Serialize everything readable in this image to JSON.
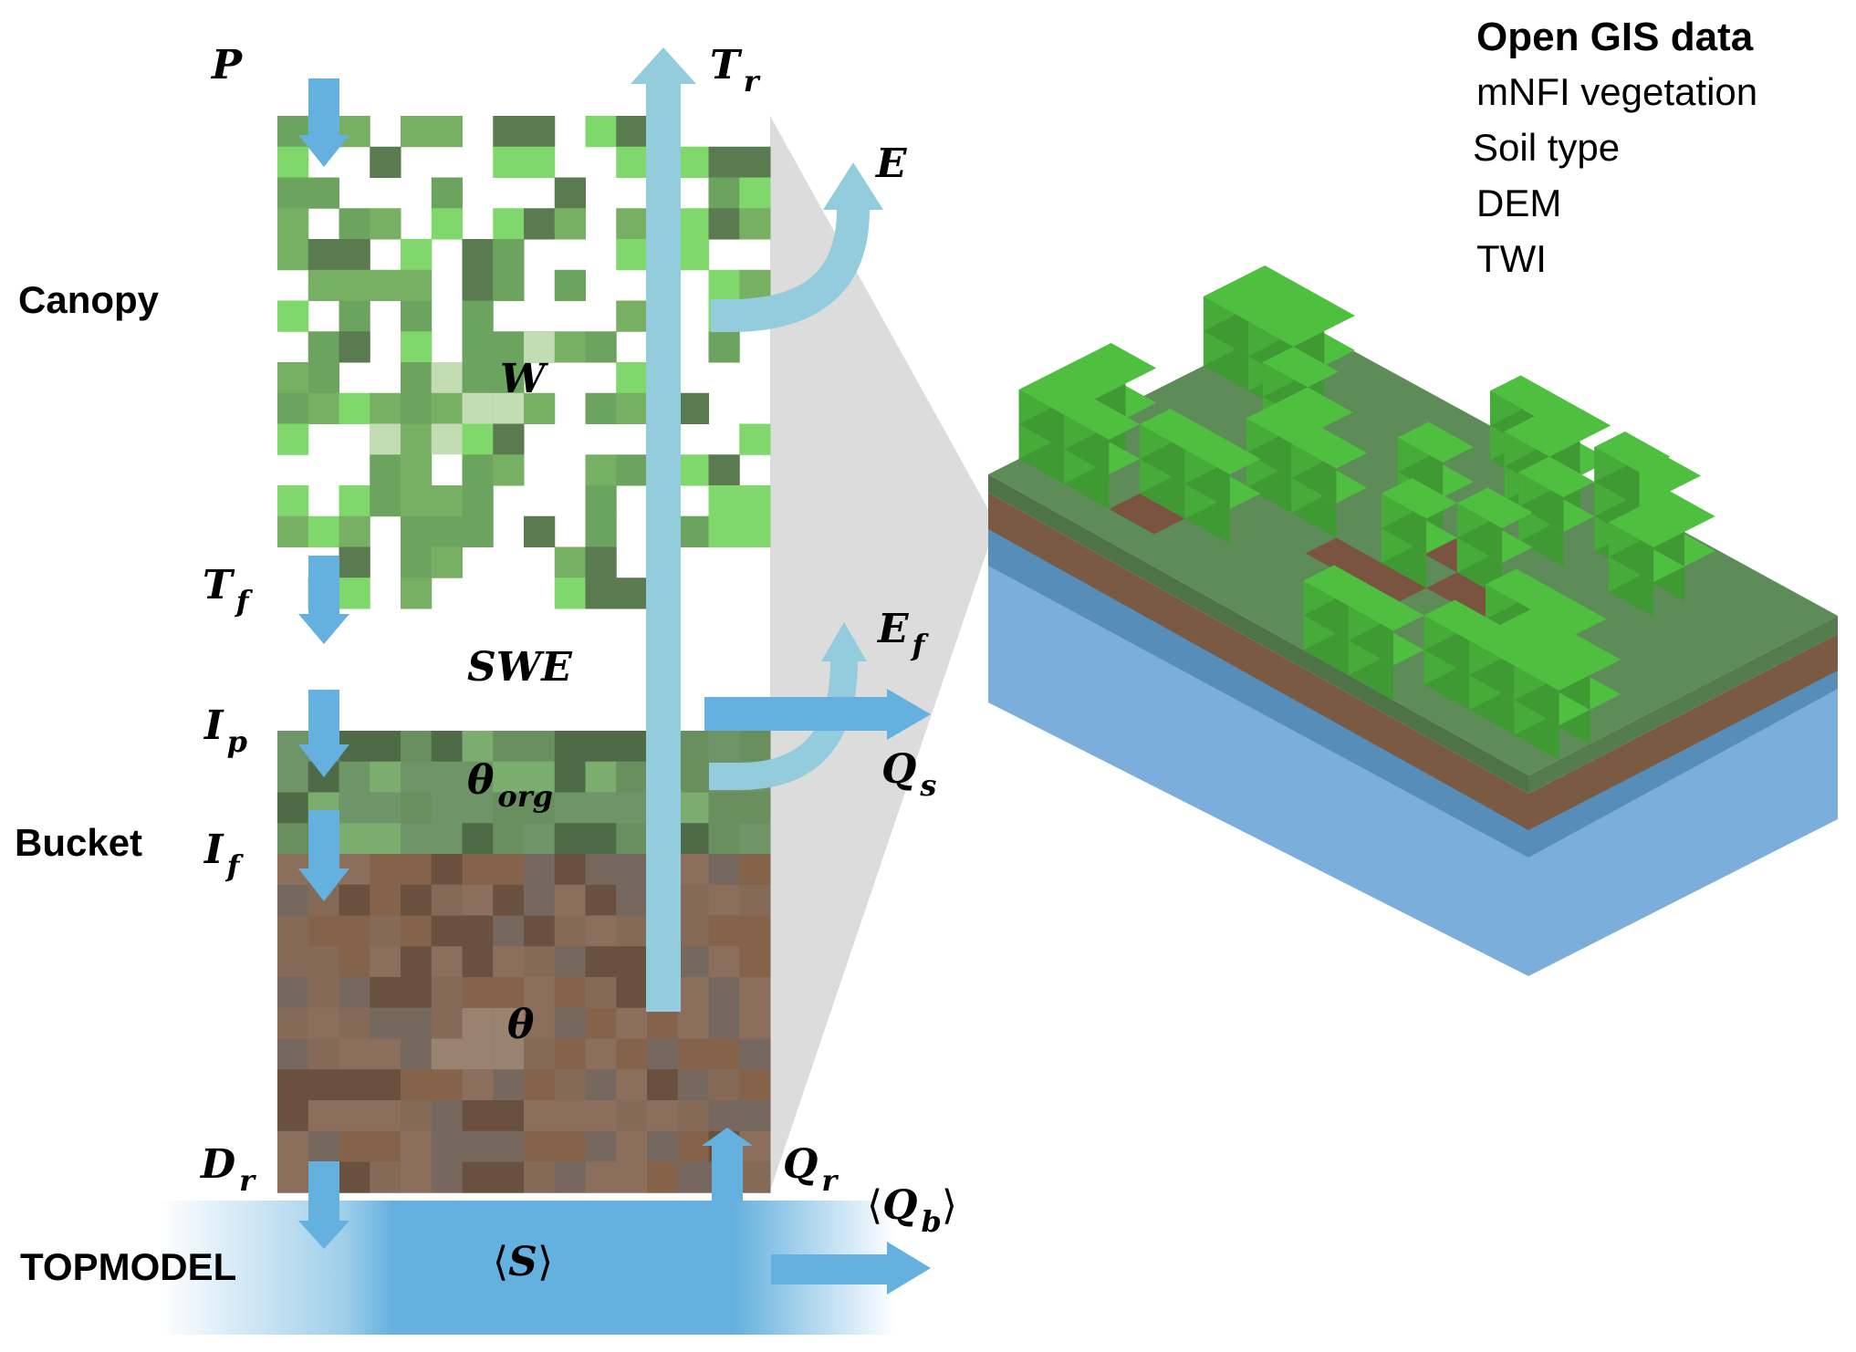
{
  "figure": {
    "layers": {
      "canopy": "Canopy",
      "bucket": "Bucket",
      "topmodel": "TOPMODEL"
    },
    "fluxes": {
      "P": {
        "base": "P",
        "sub": ""
      },
      "Tr": {
        "base": "T",
        "sub": "r"
      },
      "E": {
        "base": "E",
        "sub": ""
      },
      "Tf": {
        "base": "T",
        "sub": "f"
      },
      "Ef": {
        "base": "E",
        "sub": "f"
      },
      "Qs": {
        "base": "Q",
        "sub": "s"
      },
      "Ip": {
        "base": "I",
        "sub": "p"
      },
      "If": {
        "base": "I",
        "sub": "f"
      },
      "Dr": {
        "base": "D",
        "sub": "r"
      },
      "Qr": {
        "base": "Q",
        "sub": "r"
      },
      "Qb": {
        "open": "⟨",
        "base": "Q",
        "sub": "b",
        "close": "⟩"
      }
    },
    "states": {
      "W": {
        "base": "W",
        "sub": ""
      },
      "SWE": {
        "base": "SWE",
        "sub": ""
      },
      "theta_org": {
        "base": "θ",
        "sub": "org"
      },
      "theta": {
        "base": "θ",
        "sub": ""
      },
      "S": {
        "open": "⟨",
        "base": "S",
        "close": "⟩"
      }
    },
    "gis": {
      "title": "Open GIS data",
      "items": [
        "mNFI vegetation",
        "Soil type",
        "DEM",
        "TWI"
      ]
    },
    "colors": {
      "precip_arrow": "#64b0de",
      "evap_arrow": "#92ccdd",
      "projection": "#dcdcdc",
      "water": "#7baedb",
      "water_dark": "#4f86b0",
      "canopy_palette": [
        "#5a7a50",
        "#6ba35f",
        "#77b062",
        "#80d86c"
      ],
      "organic_palette": [
        "#4f6a47",
        "#6e9468",
        "#7aad6e",
        "#6a8f5f"
      ],
      "soil_palette": [
        "#866a58",
        "#84634a",
        "#6a513f",
        "#76685e",
        "#8b6f5c"
      ],
      "grass_top": "#5e8c58",
      "leaves": "#4fbf3f"
    }
  }
}
